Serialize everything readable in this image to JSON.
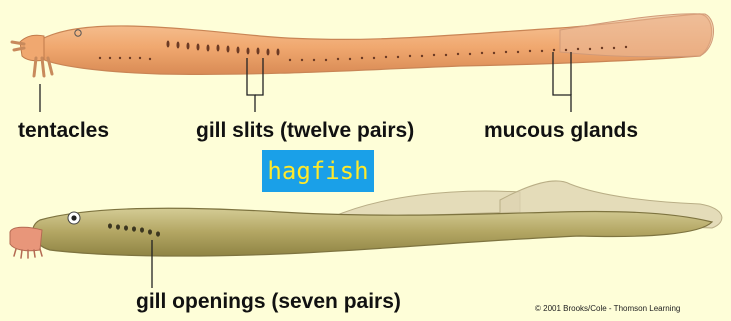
{
  "labels": {
    "tentacles": "tentacles",
    "gill_slits": "gill slits (twelve pairs)",
    "mucous_glands": "mucous glands",
    "gill_openings": "gill openings (seven pairs)"
  },
  "title": "hagfish",
  "credit": "© 2001 Brooks/Cole - Thomson Learning",
  "colors": {
    "background": "#fefed8",
    "hagfish_body": "#f2b07a",
    "lamprey_body": "#b9ad6b",
    "title_bg": "#1aa0e8",
    "title_text": "#ffe92a"
  }
}
